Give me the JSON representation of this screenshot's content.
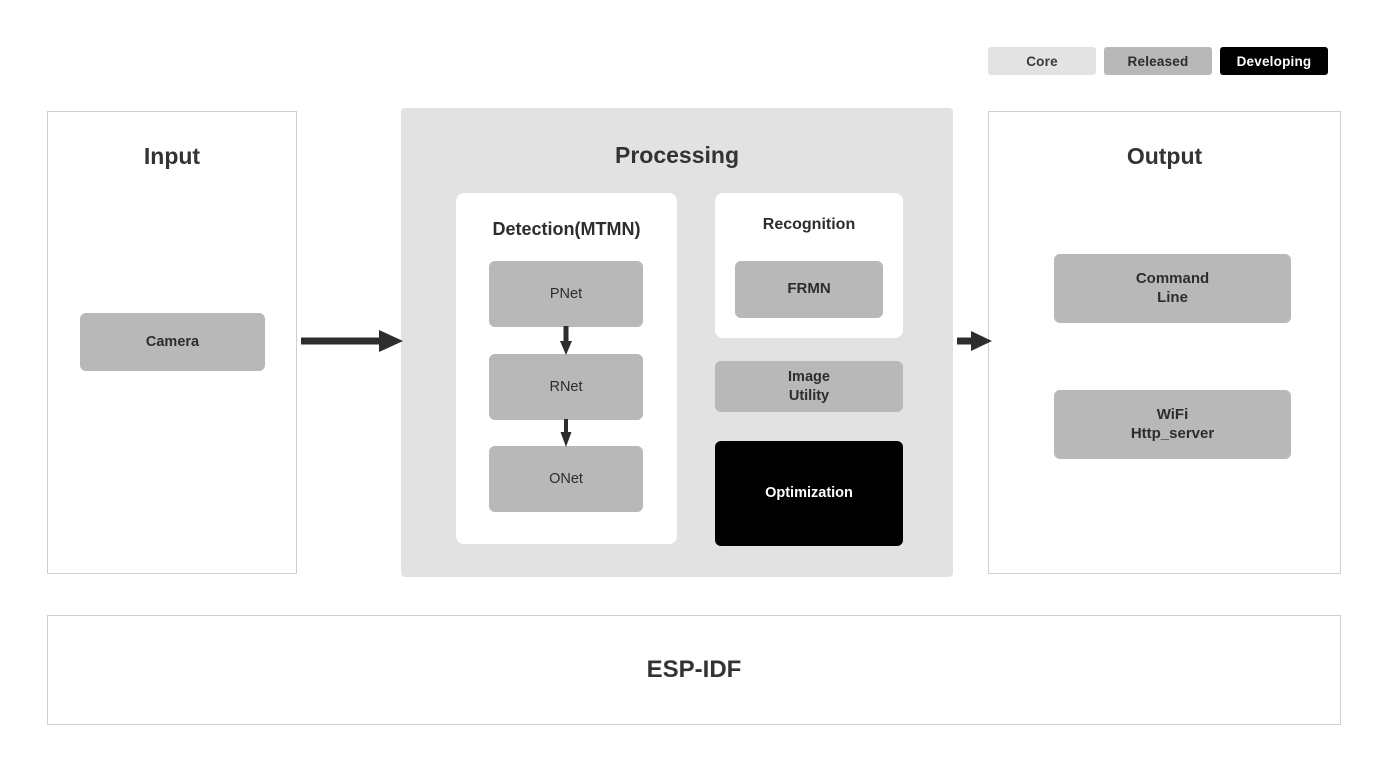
{
  "legend": {
    "items": [
      {
        "label": "Core",
        "style": "core",
        "bg": "#e3e3e3",
        "fg": "#3a3a3a"
      },
      {
        "label": "Released",
        "style": "released",
        "bg": "#b8b8b8",
        "fg": "#2c2c2c"
      },
      {
        "label": "Developing",
        "style": "developing",
        "bg": "#000000",
        "fg": "#ffffff"
      }
    ]
  },
  "input": {
    "title": "Input",
    "nodes": [
      {
        "label": "Camera",
        "status": "Released"
      }
    ]
  },
  "processing": {
    "title": "Processing",
    "detection": {
      "title": "Detection(MTMN)",
      "nodes": [
        {
          "label": "PNet",
          "status": "Released"
        },
        {
          "label": "RNet",
          "status": "Released"
        },
        {
          "label": "ONet",
          "status": "Released"
        }
      ]
    },
    "recognition": {
      "title": "Recognition",
      "nodes": [
        {
          "label": "FRMN",
          "status": "Released"
        }
      ]
    },
    "image_utility": {
      "label_line1": "Image",
      "label_line2": "Utility",
      "status": "Released"
    },
    "optimization": {
      "label": "Optimization",
      "status": "Developing"
    }
  },
  "output": {
    "title": "Output",
    "nodes": [
      {
        "label_line1": "Command",
        "label_line2": "Line",
        "status": "Released"
      },
      {
        "label_line1": "WiFi",
        "label_line2": "Http_server",
        "status": "Released"
      }
    ]
  },
  "foundation": {
    "label": "ESP-IDF"
  },
  "colors": {
    "core_bg": "#e3e3e3",
    "released_bg": "#b8b8b8",
    "developing_bg": "#000000",
    "processing_bg": "#e2e2e2",
    "panel_border": "#cfcfcf",
    "title_text": "#333333",
    "arrow": "#2d2d2d"
  },
  "flow": {
    "arrows": [
      {
        "from": "Input",
        "to": "Processing",
        "direction": "right"
      },
      {
        "from": "Processing",
        "to": "Output",
        "direction": "right"
      },
      {
        "from": "PNet",
        "to": "RNet",
        "direction": "down"
      },
      {
        "from": "RNet",
        "to": "ONet",
        "direction": "down"
      }
    ]
  }
}
